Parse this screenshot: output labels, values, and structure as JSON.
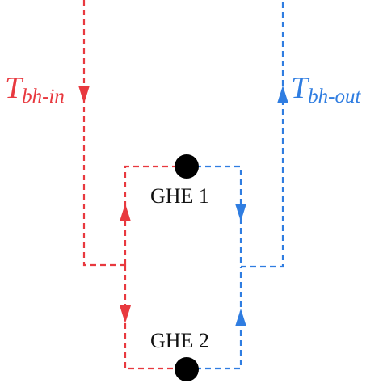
{
  "inlet": {
    "symbol": "T",
    "subscript": "bh-in",
    "color": "#e8393f"
  },
  "outlet": {
    "symbol": "T",
    "subscript": "bh-out",
    "color": "#2f7de1"
  },
  "exchangers": {
    "ghe1": "GHE 1",
    "ghe2": "GHE 2"
  },
  "node_color": "#000000"
}
